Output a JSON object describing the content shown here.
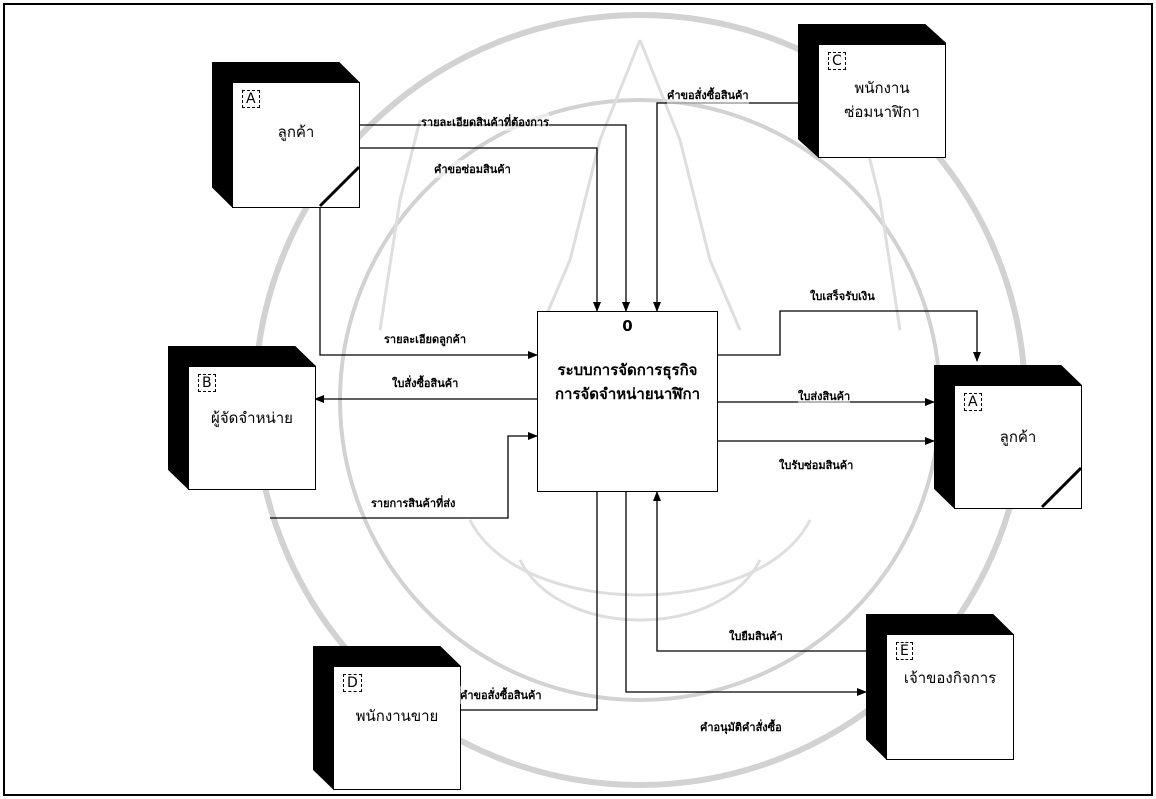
{
  "process": {
    "number": "0",
    "name_line1": "ระบบการจัดการธุรกิจ",
    "name_line2": "การจัดจำหน่ายนาฬิกา"
  },
  "entities": {
    "customer_left": {
      "id": "A",
      "name": "ลูกค้า"
    },
    "repair_staff": {
      "id": "C",
      "name_line1": "พนักงาน",
      "name_line2": "ซ่อมนาฬิกา"
    },
    "supplier": {
      "id": "B",
      "name": "ผู้จัดจำหน่าย"
    },
    "customer_right": {
      "id": "A",
      "name": "ลูกค้า"
    },
    "sales_staff": {
      "id": "D",
      "name": "พนักงานขาย"
    },
    "owner": {
      "id": "E",
      "name": "เจ้าของกิจการ"
    }
  },
  "flows": {
    "product_details": "รายละเอียดสินค้าที่ต้องการ",
    "repair_request": "คำขอซ่อมสินค้า",
    "purchase_request_c": "คำขอสั่งซื้อสินค้า",
    "receipt": "ใบเสร็จรับเงิน",
    "customer_details": "รายละเอียดลูกค้า",
    "purchase_order": "ใบสั่งซื้อสินค้า",
    "delivered_items": "รายการสินค้าที่ส่ง",
    "delivery_note": "ใบส่งสินค้า",
    "repair_receipt": "ใบรับซ่อมสินค้า",
    "borrow_slip": "ใบยืมสินค้า",
    "purchase_request_d": "คำขอสั่งซื้อสินค้า",
    "order_approval": "คำอนุมัติคำสั่งซื้อ"
  }
}
